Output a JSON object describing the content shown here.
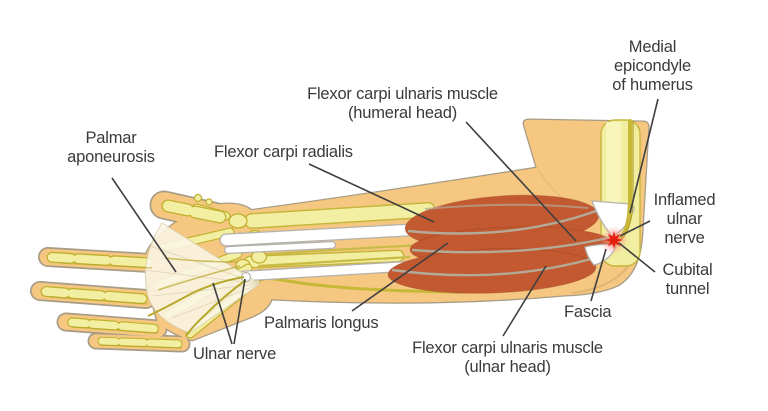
{
  "figure": {
    "type": "anatomical-diagram",
    "subject": "Ulnar nerve anatomy of the forearm and hand (cubital tunnel syndrome)",
    "background": "#ffffff",
    "colors": {
      "skin": "#f5c781",
      "skin_outline": "#a79c85",
      "bone": "#f3efa2",
      "bone_outline": "#c0b02e",
      "muscle": "#c25931",
      "muscle_tendon_line": "#b3aa97",
      "tendon_white": "#ffffff",
      "tendon_outline": "#b5b2ac",
      "nerve_yellow": "#c8b837",
      "inflamed_red": "#e3200f",
      "label_text": "#3a3a3a",
      "leader_line": "#3f3f3f"
    }
  },
  "labels": [
    {
      "id": "palmar-aponeurosis",
      "text": "Palmar\naponeurosis"
    },
    {
      "id": "flexor-carpi-radialis",
      "text": "Flexor carpi radialis"
    },
    {
      "id": "flexor-carpi-ulnaris-humeral-head",
      "text": "Flexor carpi ulnaris muscle\n(humeral head)"
    },
    {
      "id": "medial-epicondyle-of-humerus",
      "text": "Medial\nepicondyle\nof humerus"
    },
    {
      "id": "inflamed-ulnar-nerve",
      "text": "Inflamed\nulnar\nnerve"
    },
    {
      "id": "cubital-tunnel",
      "text": "Cubital\ntunnel"
    },
    {
      "id": "fascia",
      "text": "Fascia"
    },
    {
      "id": "flexor-carpi-ulnaris-ulnar-head",
      "text": "Flexor carpi ulnaris muscle\n(ulnar head)"
    },
    {
      "id": "palmaris-longus",
      "text": "Palmaris longus"
    },
    {
      "id": "ulnar-nerve",
      "text": "Ulnar nerve"
    }
  ]
}
